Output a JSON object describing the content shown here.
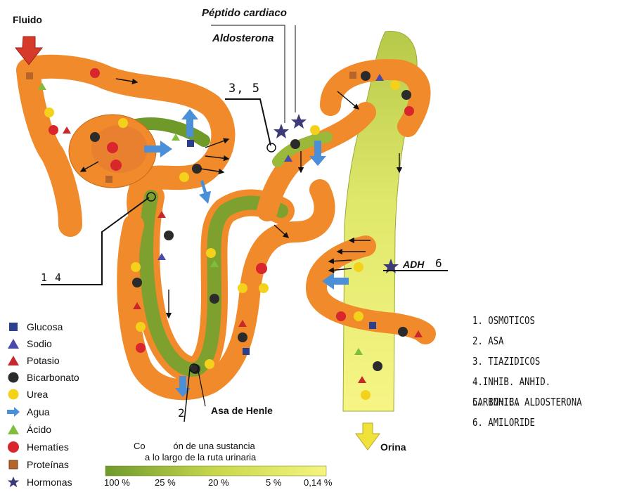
{
  "labels": {
    "fluid": "Fluido",
    "cardiac_peptide": "Péptido cardiaco",
    "aldosterone": "Aldosterona",
    "adh": "ADH",
    "loop": "Asa de Henle",
    "urine": "Orina",
    "conc_line1": "Co           ón de una sustancia",
    "conc_line2": "a lo largo de la ruta urinaria"
  },
  "annotations": {
    "a14": "1 4",
    "a35": "3, 5",
    "a6": "6",
    "a2": "2"
  },
  "legend": [
    {
      "label": "Glucosa",
      "icon": "square-icon",
      "color": "#2a3f8f"
    },
    {
      "label": "Sodio",
      "icon": "triangle-icon",
      "color": "#4a4aa8"
    },
    {
      "label": "Potasio",
      "icon": "triangle-icon",
      "color": "#c8282d"
    },
    {
      "label": "Bicarbonato",
      "icon": "circle-icon",
      "color": "#2b2b2b"
    },
    {
      "label": "Urea",
      "icon": "circle-icon",
      "color": "#f4d21c"
    },
    {
      "label": "Agua",
      "icon": "arrow-icon",
      "color": "#4a8fd8"
    },
    {
      "label": "Ácido",
      "icon": "triangle-icon",
      "color": "#7dbf3c"
    },
    {
      "label": "Hematíes",
      "icon": "circle-icon",
      "color": "#d8262c"
    },
    {
      "label": "Proteínas",
      "icon": "square-icon",
      "color": "#b5652a"
    },
    {
      "label": "Hormonas",
      "icon": "star-icon",
      "color": "#3d3a7a"
    }
  ],
  "scale": [
    "100 %",
    "25 %",
    "20 %",
    "5 %",
    "0,14 %"
  ],
  "drugs": [
    "1. OSMOTICOS",
    "2. ASA",
    "3. TIAZIDICOS",
    "4.INHIB. ANHID. CARBONICA",
    "5. INHIB. ALDOSTERONA",
    "6. AMILORIDE"
  ],
  "colors": {
    "tubule_outer": "#f08a2a",
    "tubule_inner": "#6f9a2a",
    "collecting": "#eef06a",
    "arrow_red": "#d63a2a",
    "arrow_urine": "#f0e23a"
  }
}
